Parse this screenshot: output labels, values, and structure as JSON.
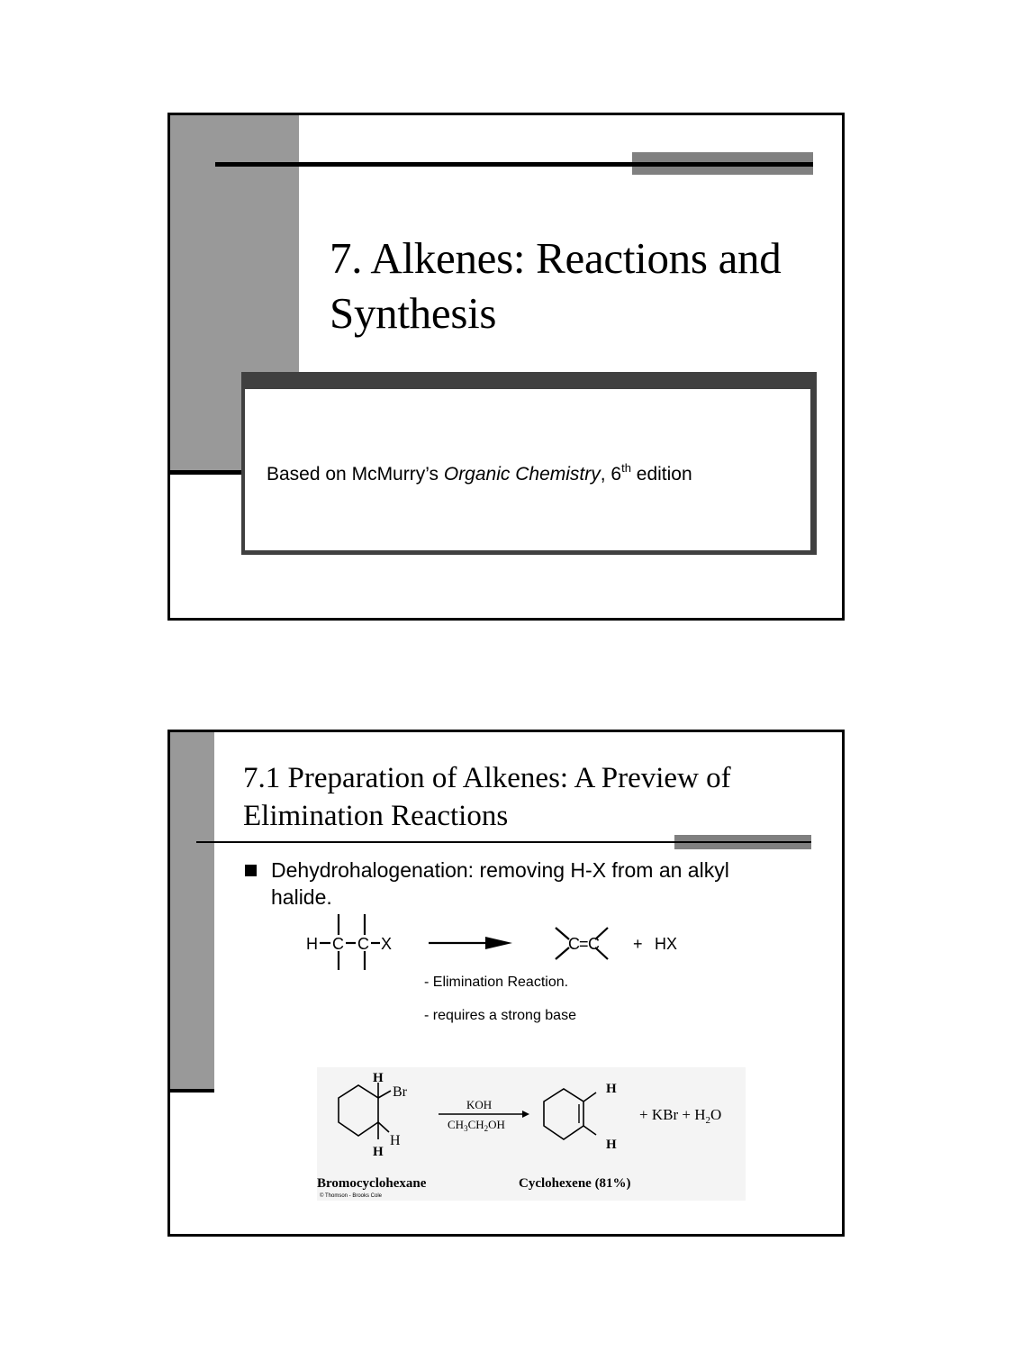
{
  "slides": [
    {
      "title": "7. Alkenes: Reactions and Synthesis",
      "title_lines": [
        "7. Alkenes: Reactions and",
        "Synthesis"
      ],
      "subtitle": {
        "prefix": "Based on McMurry’s ",
        "italic": "Organic Chemistry",
        "middle": ", 6",
        "superscript": "th",
        "suffix": " edition"
      }
    },
    {
      "title_lines": [
        "7.1 Preparation of Alkenes: A Preview of",
        "Elimination Reactions"
      ],
      "bullet": {
        "icon": "square-bullet",
        "text": "Dehydrohalogenation: removing H-X from an alkyl halide."
      },
      "general_equation": {
        "reactant": {
          "H": "H",
          "C1": "C",
          "C2": "C",
          "X": "X"
        },
        "product": {
          "C1": "C",
          "C2": "C",
          "double_bond": "="
        },
        "plus": "+",
        "byproduct": "HX"
      },
      "notes": [
        "- Elimination Reaction.",
        "- requires a strong base"
      ],
      "example_reaction": {
        "reactant_label": "Bromocyclohexane",
        "reactant_atoms": {
          "H_top": "H",
          "Br": "Br",
          "H_right": "H",
          "H_bottom": "H"
        },
        "reagent_above": "KOH",
        "reagent_below": {
          "a": "CH",
          "a_sub": "3",
          "b": "CH",
          "b_sub": "2",
          "c": "OH"
        },
        "product_label": "Cyclohexene (81%)",
        "product_atoms": {
          "H_top": "H",
          "H_bottom": "H"
        },
        "byproducts": {
          "plus1": "+ KBr + H",
          "sub": "2",
          "tail": "O"
        },
        "credit": "© Thomson - Brooks Cole"
      }
    }
  ],
  "colors": {
    "sidebar_gray": "#999999",
    "accent_gray": "#808080",
    "box_dark": "#404040",
    "border_black": "#000000",
    "reaction_bg": "#f4f4f4"
  }
}
